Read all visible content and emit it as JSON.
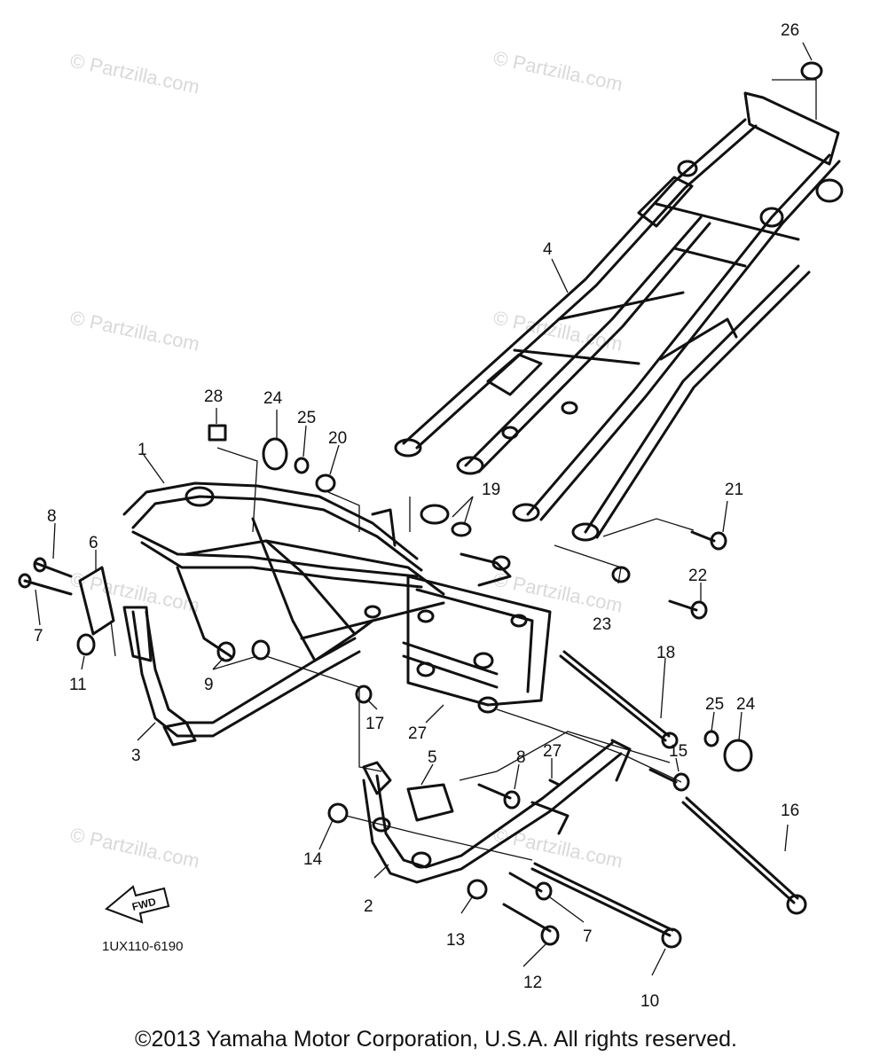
{
  "diagram": {
    "drawing_code": "1UX110-6190",
    "fwd_label": "FWD",
    "copyright": "©2013  Yamaha Motor Corporation, U.S.A. All rights reserved.",
    "watermark": "© Partzilla.com",
    "callouts": [
      {
        "id": "c26",
        "text": "26"
      },
      {
        "id": "c4",
        "text": "4"
      },
      {
        "id": "c28",
        "text": "28"
      },
      {
        "id": "c24a",
        "text": "24"
      },
      {
        "id": "c25a",
        "text": "25"
      },
      {
        "id": "c20",
        "text": "20"
      },
      {
        "id": "c1",
        "text": "1"
      },
      {
        "id": "c19",
        "text": "19"
      },
      {
        "id": "c21",
        "text": "21"
      },
      {
        "id": "c8a",
        "text": "8"
      },
      {
        "id": "c6",
        "text": "6"
      },
      {
        "id": "c7a",
        "text": "7"
      },
      {
        "id": "c22",
        "text": "22"
      },
      {
        "id": "c23",
        "text": "23"
      },
      {
        "id": "c11",
        "text": "11"
      },
      {
        "id": "c9",
        "text": "9"
      },
      {
        "id": "c18",
        "text": "18"
      },
      {
        "id": "c25b",
        "text": "25"
      },
      {
        "id": "c24b",
        "text": "24"
      },
      {
        "id": "c17",
        "text": "17"
      },
      {
        "id": "c27a",
        "text": "27"
      },
      {
        "id": "c3",
        "text": "3"
      },
      {
        "id": "c5",
        "text": "5"
      },
      {
        "id": "c8b",
        "text": "8"
      },
      {
        "id": "c27b",
        "text": "27"
      },
      {
        "id": "c15",
        "text": "15"
      },
      {
        "id": "c16",
        "text": "16"
      },
      {
        "id": "c14",
        "text": "14"
      },
      {
        "id": "c2",
        "text": "2"
      },
      {
        "id": "c13",
        "text": "13"
      },
      {
        "id": "c7b",
        "text": "7"
      },
      {
        "id": "c12",
        "text": "12"
      },
      {
        "id": "c10",
        "text": "10"
      }
    ]
  }
}
